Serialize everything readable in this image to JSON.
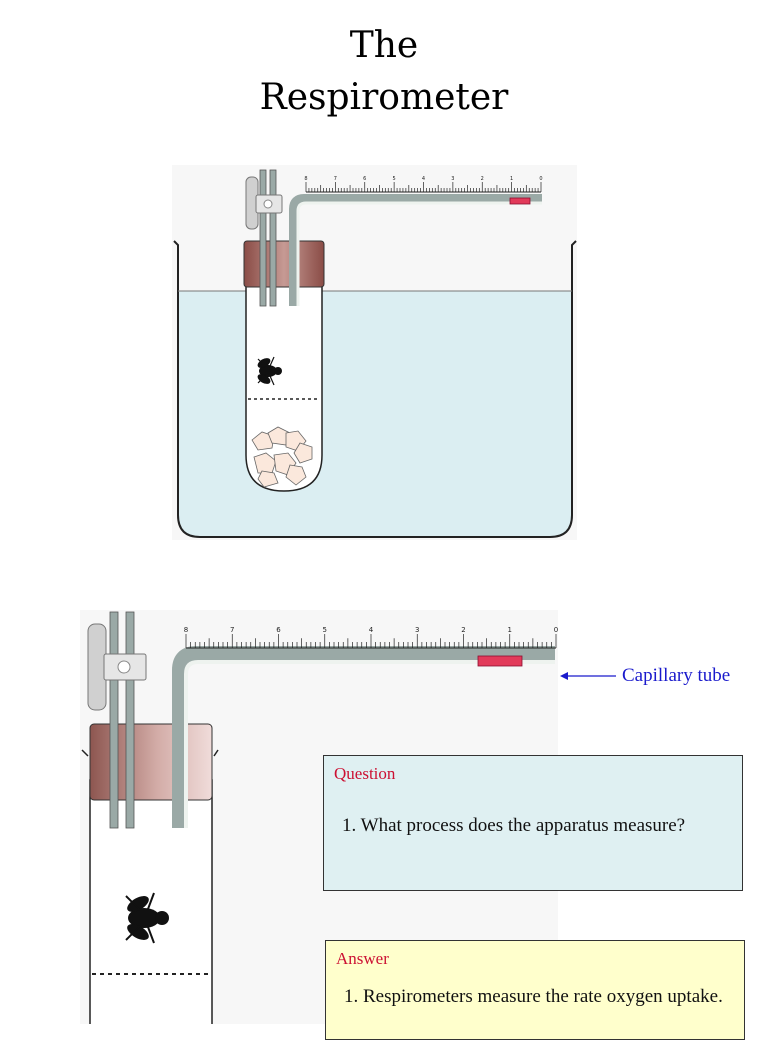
{
  "title": {
    "line1": "The",
    "line2": "Respirometer"
  },
  "ruler_ticks": [
    "8",
    "7",
    "6",
    "5",
    "4",
    "3",
    "2",
    "1",
    "0"
  ],
  "callout": {
    "label": "Capillary tube"
  },
  "question": {
    "header": "Question",
    "text": "1. What process does the apparatus measure?"
  },
  "answer": {
    "header": "Answer",
    "text": "1. Respirometers measure the rate oxygen uptake."
  },
  "colors": {
    "water": "#dbeef2",
    "stopper": "#a8706a",
    "droplet": "#e23a5a",
    "question_bg": "#dff0f2",
    "answer_bg": "#ffffcc",
    "callout": "#1a1acc"
  },
  "icons": [
    "fly-icon",
    "clamp-icon",
    "soda-lime-granules"
  ]
}
